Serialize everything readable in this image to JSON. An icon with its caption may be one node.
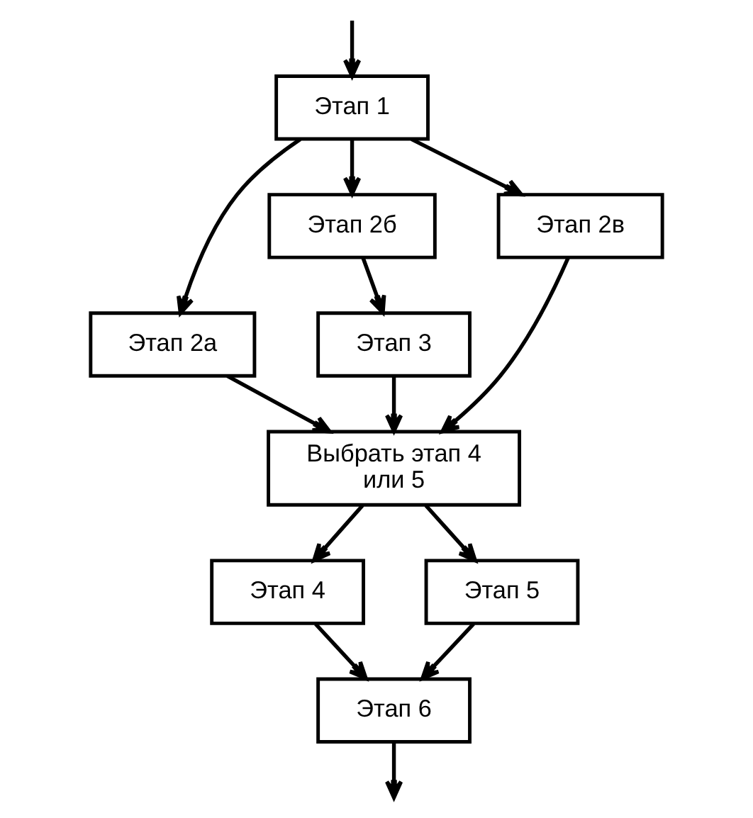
{
  "diagram": {
    "nodes": [
      {
        "text": [
          "Этап 1"
        ]
      },
      {
        "text": [
          "Этап 2а"
        ]
      },
      {
        "text": [
          "Этап 2б"
        ]
      },
      {
        "text": [
          "Этап 2в"
        ]
      },
      {
        "text": [
          "Этап 3"
        ]
      },
      {
        "text": [
          "Выбрать этап 4 или 5"
        ]
      },
      {
        "text": [
          "Этап 4"
        ]
      },
      {
        "text": [
          "Этап 5"
        ]
      },
      {
        "text": [
          "Этап 6"
        ]
      }
    ],
    "edges": [
      {
        "from": null,
        "to": 0,
        "arrow": "to"
      },
      {
        "from": 0,
        "to": 1,
        "arrow": "to"
      },
      {
        "from": 0,
        "to": 2,
        "arrow": "to"
      },
      {
        "from": 0,
        "to": 3,
        "arrow": "to"
      },
      {
        "from": 1,
        "to": 5,
        "arrow": "to"
      },
      {
        "from": 2,
        "to": 4,
        "arrow": "to"
      },
      {
        "from": 4,
        "to": 5,
        "arrow": "to"
      },
      {
        "from": 3,
        "to": 5,
        "arrow": "to"
      },
      {
        "from": 5,
        "to": 6,
        "arrow": "to"
      },
      {
        "from": 5,
        "to": 7,
        "arrow": "to"
      },
      {
        "from": 6,
        "to": 8,
        "arrow": "to"
      },
      {
        "from": 7,
        "to": 8,
        "arrow": "to"
      },
      {
        "from": 8,
        "to": null,
        "arrow": "to"
      }
    ]
  }
}
